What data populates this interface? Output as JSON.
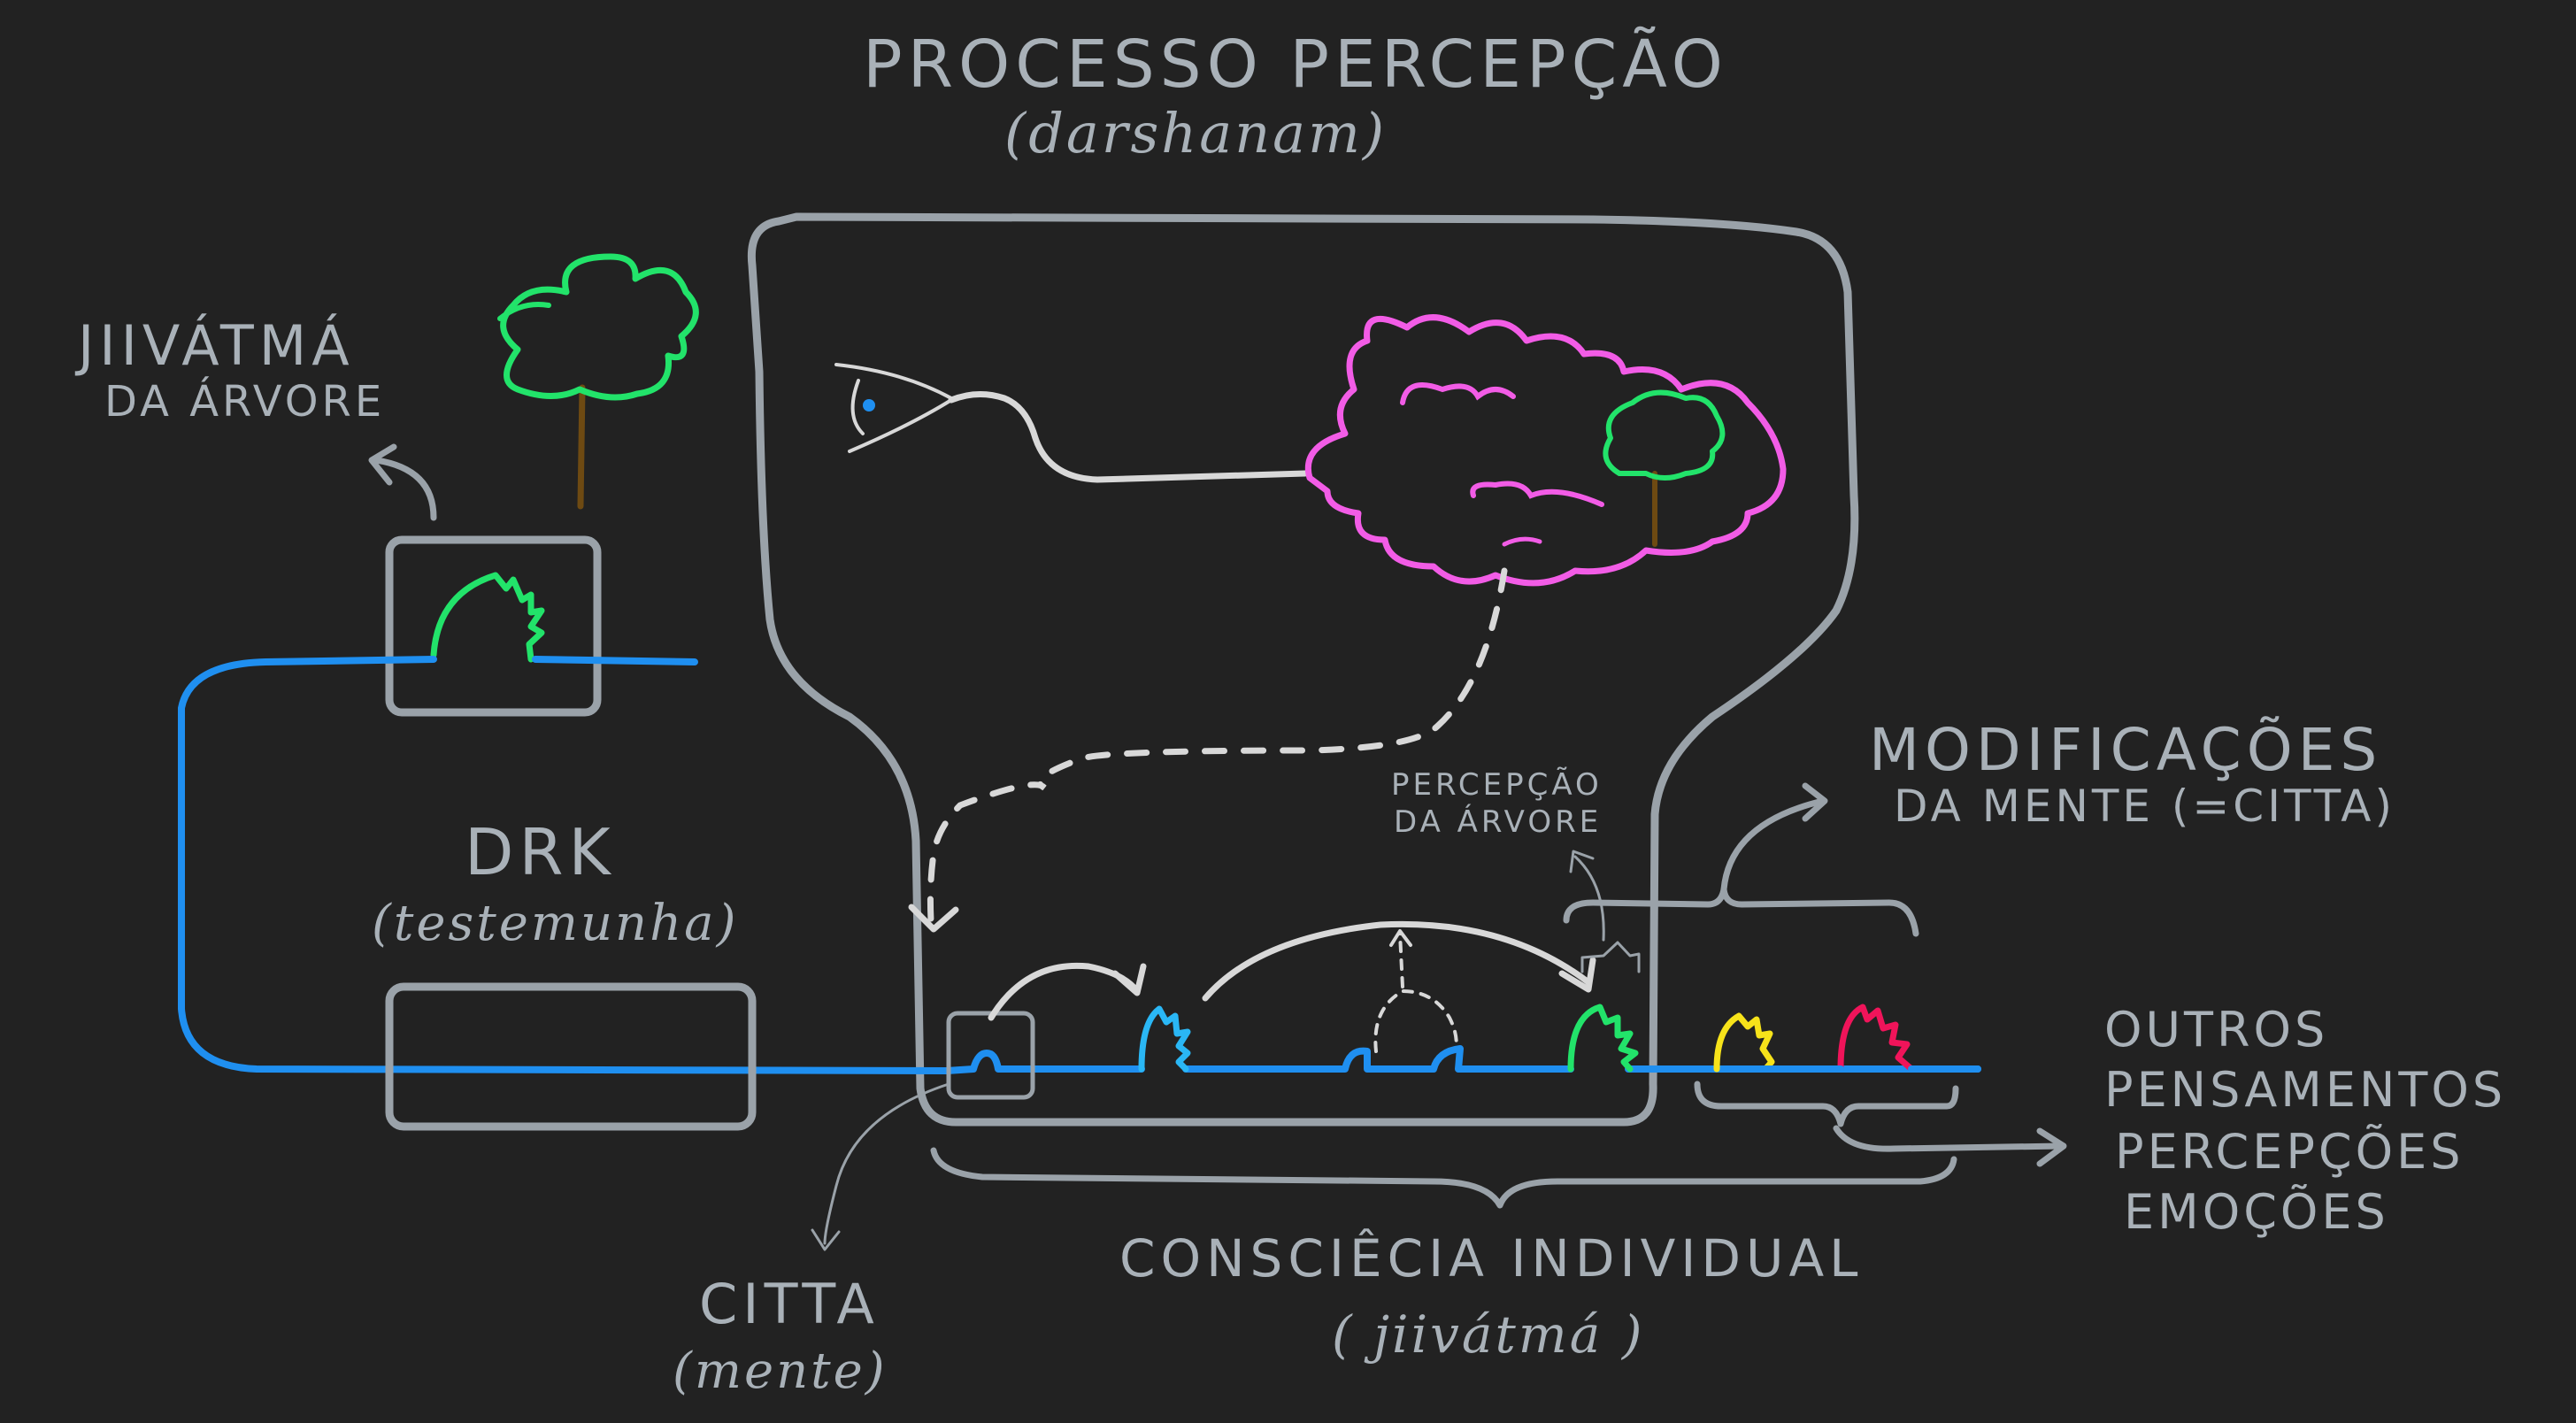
{
  "title": {
    "main": "PROCESSO PERCEPÇÃO",
    "sub": "(darshanam)"
  },
  "labels": {
    "jiivatma_line1": "JIIVÁTMÁ",
    "jiivatma_line2": "DA ÁRVORE",
    "drk": "DRK",
    "testemunha": "(testemunha)",
    "percepcao_line1": "PERCEPÇÃO",
    "percepcao_line2": "DA ÁRVORE",
    "modificacoes_line1": "MODIFICAÇÕES",
    "modificacoes_line2": "DA MENTE (=CITTA)",
    "outros_line1": "OUTROS",
    "outros_line2": "PENSAMENTOS",
    "outros_line3": "PERCEPÇÕES",
    "outros_line4": "EMOÇÕES",
    "citta": "CITTA",
    "mente": "(mente)",
    "consciencia": "CONSCIÊCIA INDIVIDUAL",
    "jiivatma_paren": "( jiivátmá )"
  },
  "colors": {
    "background": "#222222",
    "outline": "#9aa2a9",
    "mind_line": "#1f8ff0",
    "tree_green": "#22e36a",
    "brain_pink": "#f25ce6",
    "wave_cyan": "#2ab7f5",
    "wave_yellow": "#f7e31a",
    "wave_red": "#f0145a",
    "trunk_brown": "#6e4a12"
  },
  "icons": [
    "tree-icon",
    "eye-icon",
    "brain-icon"
  ]
}
